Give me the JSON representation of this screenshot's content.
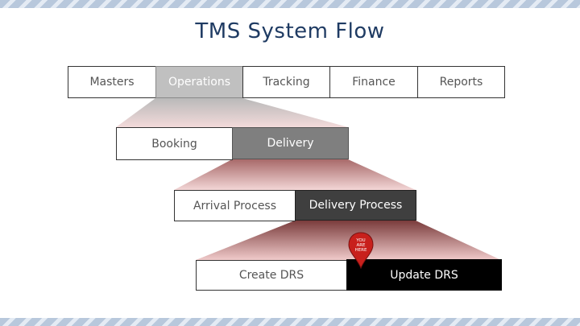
{
  "title": "TMS System Flow",
  "level1": [
    "Masters",
    "Operations",
    "Tracking",
    "Finance",
    "Reports"
  ],
  "level2": [
    "Booking",
    "Delivery"
  ],
  "level3": [
    "Arrival Process",
    "Delivery Process"
  ],
  "level4": [
    "Create DRS",
    "Update DRS"
  ],
  "marker": [
    "YOU",
    "ARE",
    "HERE"
  ],
  "colors": {
    "title": "#1f3b63",
    "funnel_dark": "#8c4848",
    "funnel_light": "#f4dada",
    "marker": "#c8201c"
  }
}
